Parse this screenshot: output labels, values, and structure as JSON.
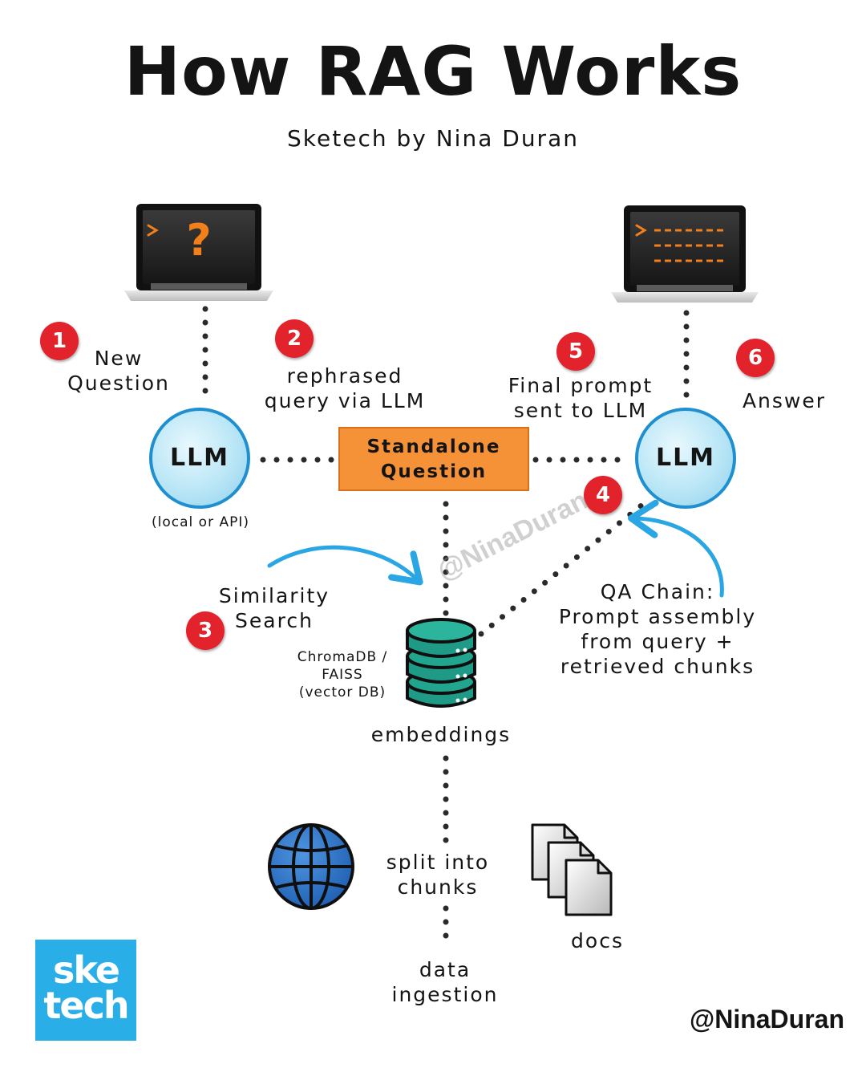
{
  "title": "How RAG Works",
  "subtitle": "Sketech by Nina Duran",
  "steps": [
    {
      "number": "1",
      "label_lines": [
        "New",
        "Question"
      ]
    },
    {
      "number": "2",
      "label_lines": [
        "rephrased",
        "query via LLM"
      ]
    },
    {
      "number": "3",
      "label_lines": [
        "Similarity",
        "Search"
      ]
    },
    {
      "number": "4",
      "label_lines": [
        "QA Chain:",
        "Prompt assembly",
        "from query +",
        "retrieved chunks"
      ]
    },
    {
      "number": "5",
      "label_lines": [
        "Final prompt",
        "sent to LLM"
      ]
    },
    {
      "number": "6",
      "label_lines": [
        "Answer"
      ]
    }
  ],
  "nodes": {
    "llm_left": "LLM",
    "llm_left_note": "(local or API)",
    "llm_right": "LLM",
    "standalone_question": [
      "Standalone",
      "Question"
    ],
    "vector_db": [
      "ChromaDB /",
      "FAISS",
      "(vector DB)"
    ],
    "embeddings": "embeddings",
    "split": [
      "split into",
      "chunks"
    ],
    "ingestion": [
      "data",
      "ingestion"
    ],
    "docs": "docs"
  },
  "screens": {
    "question_glyph": "?",
    "prompt_glyph": ">"
  },
  "watermark": "@NinaDuran",
  "brand_handle": "@NinaDuran",
  "logo_lines": [
    "ske",
    "tech"
  ],
  "colors": {
    "accent_orange": "#f59237",
    "badge_red": "#e2232b",
    "llm_blue": "#1f8fd0",
    "arrow_blue": "#29a6e3",
    "db_teal": "#1f9a87",
    "globe_blue": "#2a73c8",
    "logo_blue": "#29aee8"
  },
  "icons": [
    "laptop-icon",
    "database-icon",
    "globe-icon",
    "documents-icon"
  ]
}
